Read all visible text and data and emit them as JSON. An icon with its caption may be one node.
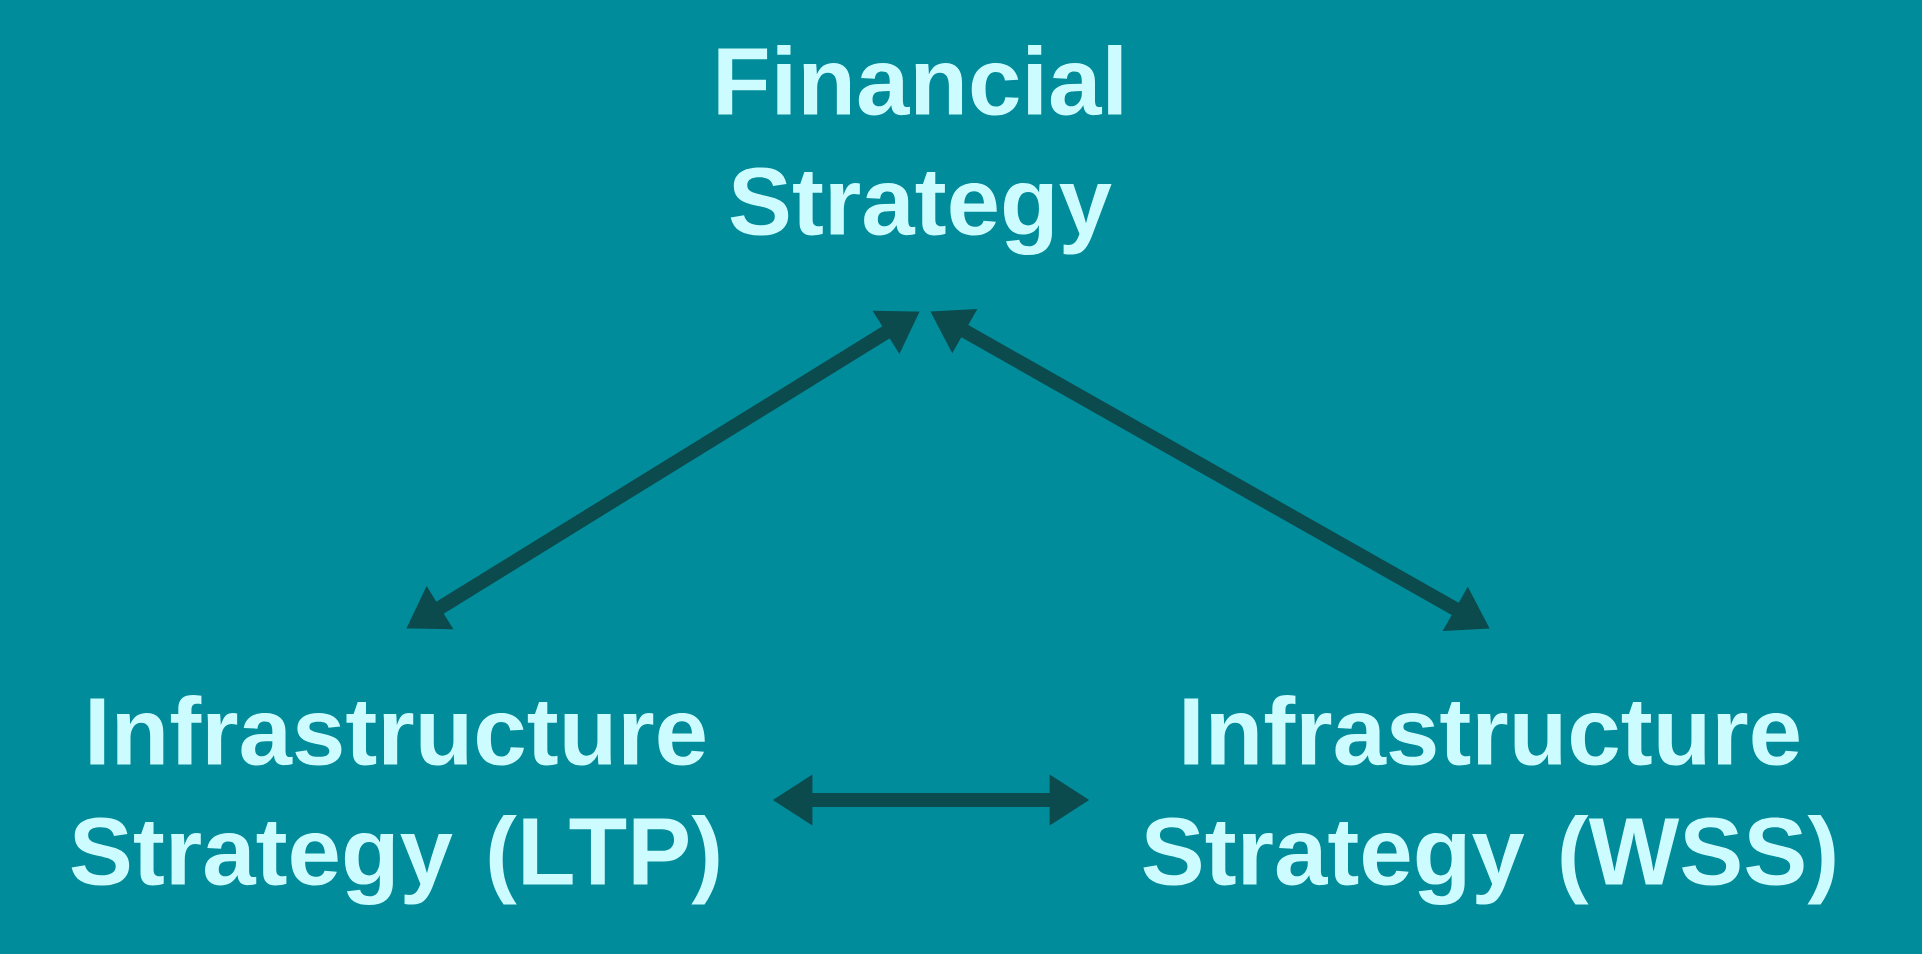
{
  "diagram": {
    "nodes": [
      {
        "text": [
          "Financial Strategy"
        ]
      },
      {
        "text": [
          "Infrastructure Strategy (LTP)"
        ]
      },
      {
        "text": [
          "Infrastructure Strategy (WSS)"
        ]
      }
    ],
    "edges": [
      {
        "from": 0,
        "to": 1,
        "arrow": "both"
      },
      {
        "from": 0,
        "to": 2,
        "arrow": "both"
      },
      {
        "from": 1,
        "to": 2,
        "arrow": "both"
      }
    ]
  }
}
